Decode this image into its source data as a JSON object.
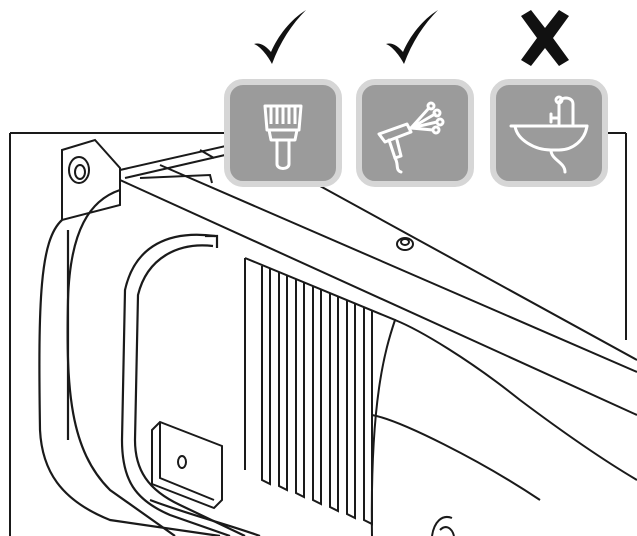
{
  "colors": {
    "line": "#1a1a1a",
    "tile_fill": "#9b9b9b",
    "tile_border": "#d6d6d6",
    "icon_white": "#ffffff"
  },
  "icons": [
    {
      "name": "paint-brush-icon",
      "status": "allowed",
      "status_icon": "check-mark-icon"
    },
    {
      "name": "compressed-air-nozzle-icon",
      "status": "allowed",
      "status_icon": "check-mark-icon"
    },
    {
      "name": "faucet-sink-icon",
      "status": "not-allowed",
      "status_icon": "cross-mark-icon"
    }
  ]
}
